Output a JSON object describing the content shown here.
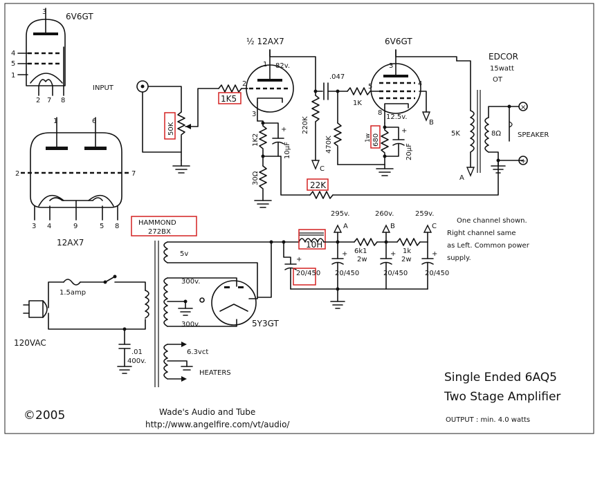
{
  "tubes": {
    "v6_title": "6V6GT",
    "v6_pins": [
      "3",
      "4",
      "5",
      "1",
      "2",
      "7",
      "8"
    ],
    "ax7_title": "12AX7",
    "ax7_top_pins": [
      "1",
      "6"
    ],
    "ax7_side_pins": [
      "2",
      "7"
    ],
    "ax7_bottom_pins": [
      "3",
      "4",
      "9",
      "5",
      "8"
    ],
    "half_label": "½ 12AX7",
    "output_tube": "6V6GT",
    "rectifier": "5Y3GT"
  },
  "preamp": {
    "input_label": "INPUT",
    "pot": "50K",
    "grid_resistor": "1K5",
    "grid_pin": "2",
    "plate_pin": "1",
    "cathode_pin": "3",
    "plate_voltage": "82v.",
    "cathode_resistor": "1K2",
    "feedback_resistor": "30Ω",
    "cathode_cap": "10µF",
    "coupling_cap": ".047",
    "plate_load": "220K",
    "plate_supply": "C"
  },
  "power_stage": {
    "grid_stopper": "1K",
    "grid_leak": "470K",
    "grid_pin": "5",
    "plate_pin": "3",
    "screen_pin": "4",
    "cathode_pin": "8",
    "cathode_voltage": "12.5v.",
    "cathode_resistor": "680",
    "cathode_resistor_power": "1w",
    "cathode_cap": "20µF",
    "screen_supply": "B",
    "feedback": "22K"
  },
  "output_transformer": {
    "brand": "EDCOR",
    "power": "15watt",
    "type": "OT",
    "primary": "5K",
    "secondary": "8Ω",
    "speaker": "SPEAKER",
    "plate_supply": "A"
  },
  "power_supply": {
    "transformer_brand": "HAMMOND",
    "transformer_model": "272BX",
    "mains": "120VAC",
    "fuse": "1.5amp",
    "line_cap_value": ".01",
    "line_cap_rating": "400v.",
    "winding_5v": "5v",
    "winding_hv_top": "300v.",
    "winding_hv_bottom": "300v.",
    "winding_heater": "6.3vct",
    "heaters": "HEATERS",
    "choke": "10H",
    "first_cap": "20/450",
    "node_a_voltage": "295v.",
    "node_a": "A",
    "node_b_voltage": "260v.",
    "node_b": "B",
    "node_c_voltage": "259v.",
    "node_c": "C",
    "r1": "6k1",
    "r1_power": "2w",
    "r2": "1k",
    "r2_power": "2w",
    "cap_a": "20/450",
    "cap_b": "20/450",
    "cap_c": "20/450"
  },
  "notes": {
    "line1": "One channel shown.",
    "line2": "Right channel same",
    "line3": "as Left. Common power",
    "line4": "supply.",
    "title_line1": "Single Ended 6AQ5",
    "title_line2": "Two Stage Amplifier",
    "output_line": "OUTPUT : min. 4.0 watts",
    "copyright": "©2005",
    "author": "Wade's Audio and Tube",
    "url": "http://www.angelfire.com/vt/audio/"
  }
}
